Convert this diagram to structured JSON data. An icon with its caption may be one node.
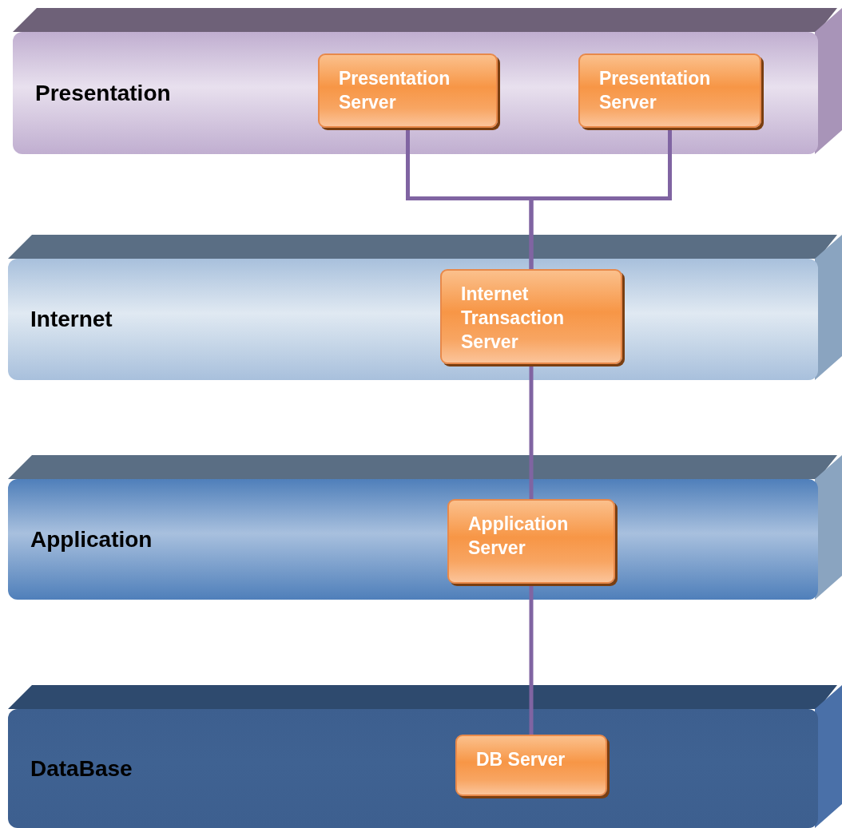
{
  "diagram": {
    "nodes": [
      {
        "text": [
          "Presentation"
        ]
      },
      {
        "text": [
          "Presentation Server"
        ],
        "in": 0
      },
      {
        "text": [
          "Presentation Server"
        ],
        "in": 0
      },
      {
        "text": [
          "Internet"
        ]
      },
      {
        "text": [
          "Internet Transaction Server"
        ],
        "in": 3
      },
      {
        "text": [
          "Application"
        ]
      },
      {
        "text": [
          "Application Server"
        ],
        "in": 5
      },
      {
        "text": [
          "DataBase"
        ]
      },
      {
        "text": [
          "DB Server"
        ],
        "in": 7
      }
    ],
    "edges": [
      {
        "from": 1,
        "to": 4,
        "arrow": "none"
      },
      {
        "from": 2,
        "to": 4,
        "arrow": "none"
      },
      {
        "from": 4,
        "to": 6,
        "arrow": "none"
      },
      {
        "from": 6,
        "to": 8,
        "arrow": "none"
      }
    ]
  }
}
